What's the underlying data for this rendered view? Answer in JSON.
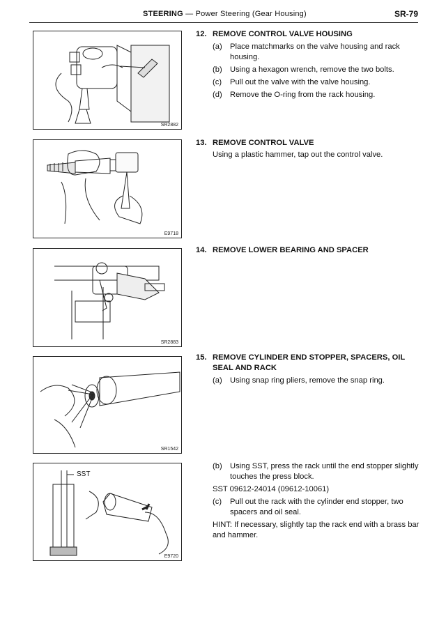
{
  "header": {
    "section": "STEERING",
    "dash": "—",
    "subsection": "Power Steering (Gear Housing)",
    "page": "SR-79"
  },
  "figures": [
    {
      "code": "SR2882"
    },
    {
      "code": "E9718"
    },
    {
      "code": "SR2883"
    },
    {
      "code": "SR1542"
    },
    {
      "code": "E9720",
      "label": "SST"
    }
  ],
  "steps": [
    {
      "number": "12.",
      "title": "REMOVE CONTROL VALVE HOUSING",
      "items": [
        {
          "label": "(a)",
          "text": "Place matchmarks on the valve housing and rack housing."
        },
        {
          "label": "(b)",
          "text": "Using a hexagon wrench, remove the two bolts."
        },
        {
          "label": "(c)",
          "text": "Pull out the valve with the valve housing."
        },
        {
          "label": "(d)",
          "text": "Remove the O-ring from the rack housing."
        }
      ]
    },
    {
      "number": "13.",
      "title": "REMOVE CONTROL VALVE",
      "text": "Using a plastic hammer, tap out the control valve."
    },
    {
      "number": "14.",
      "title": "REMOVE LOWER BEARING AND SPACER"
    },
    {
      "number": "15.",
      "title": "REMOVE CYLINDER END STOPPER, SPACERS, OIL SEAL AND RACK",
      "items": [
        {
          "label": "(a)",
          "text": "Using snap ring pliers, remove the snap ring."
        }
      ]
    }
  ],
  "continued": {
    "items_b": {
      "label": "(b)",
      "text": "Using SST, press the rack until the end stopper slightly touches the press block."
    },
    "sst": "SST 09612-24014 (09612-10061)",
    "items_c": {
      "label": "(c)",
      "text": "Pull out the rack with the cylinder end stopper, two spacers and oil seal."
    },
    "hint": "HINT:   If necessary, slightly tap the rack end with a brass bar and hammer."
  }
}
